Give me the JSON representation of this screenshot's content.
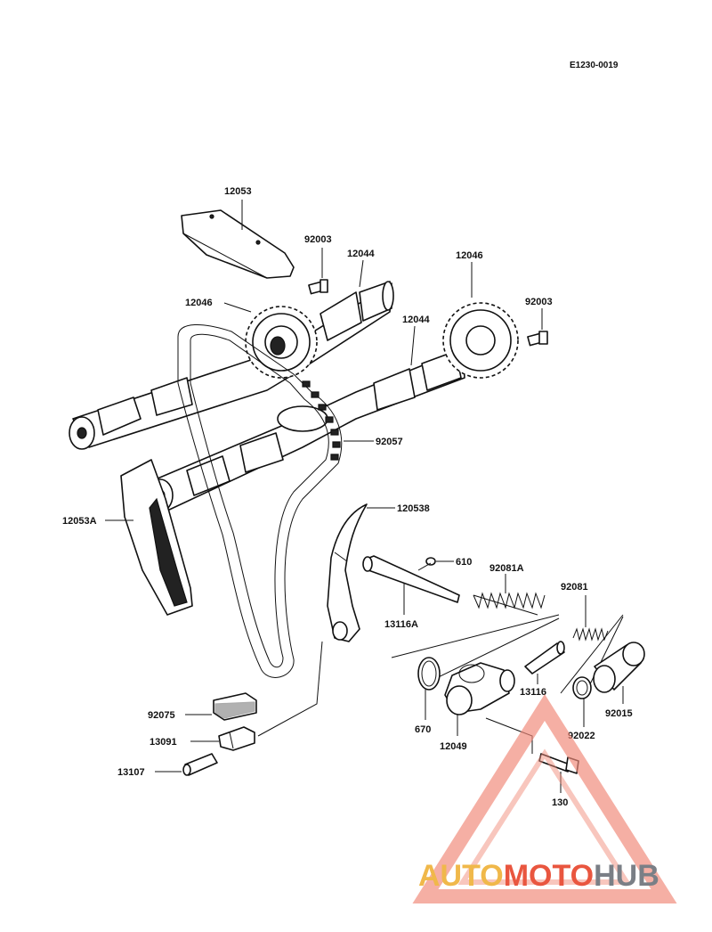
{
  "reference_code": "E1230-0019",
  "parts": {
    "p12053": "12053",
    "p92003_left": "92003",
    "p12044_upper": "12044",
    "p12046_right": "12046",
    "p12046_left": "12046",
    "p92003_right": "92003",
    "p12044_lower": "12044",
    "p92057": "92057",
    "p12053A": "12053A",
    "p12053B": "120538",
    "p610": "610",
    "p92081A": "92081A",
    "p92081": "92081",
    "p13116A": "13116A",
    "p13116": "13116",
    "p670": "670",
    "p12049": "12049",
    "p92022": "92022",
    "p92015": "92015",
    "p130": "130",
    "p92075": "92075",
    "p13091": "13091",
    "p13107": "13107"
  },
  "watermark": {
    "part1": "AUTO",
    "part2": "MOTO",
    "part3": "HUB",
    "colors": {
      "auto": "#f0b84a",
      "moto": "#e9563f",
      "hub": "#7a7f86",
      "triangle": "#f08a7a"
    }
  }
}
